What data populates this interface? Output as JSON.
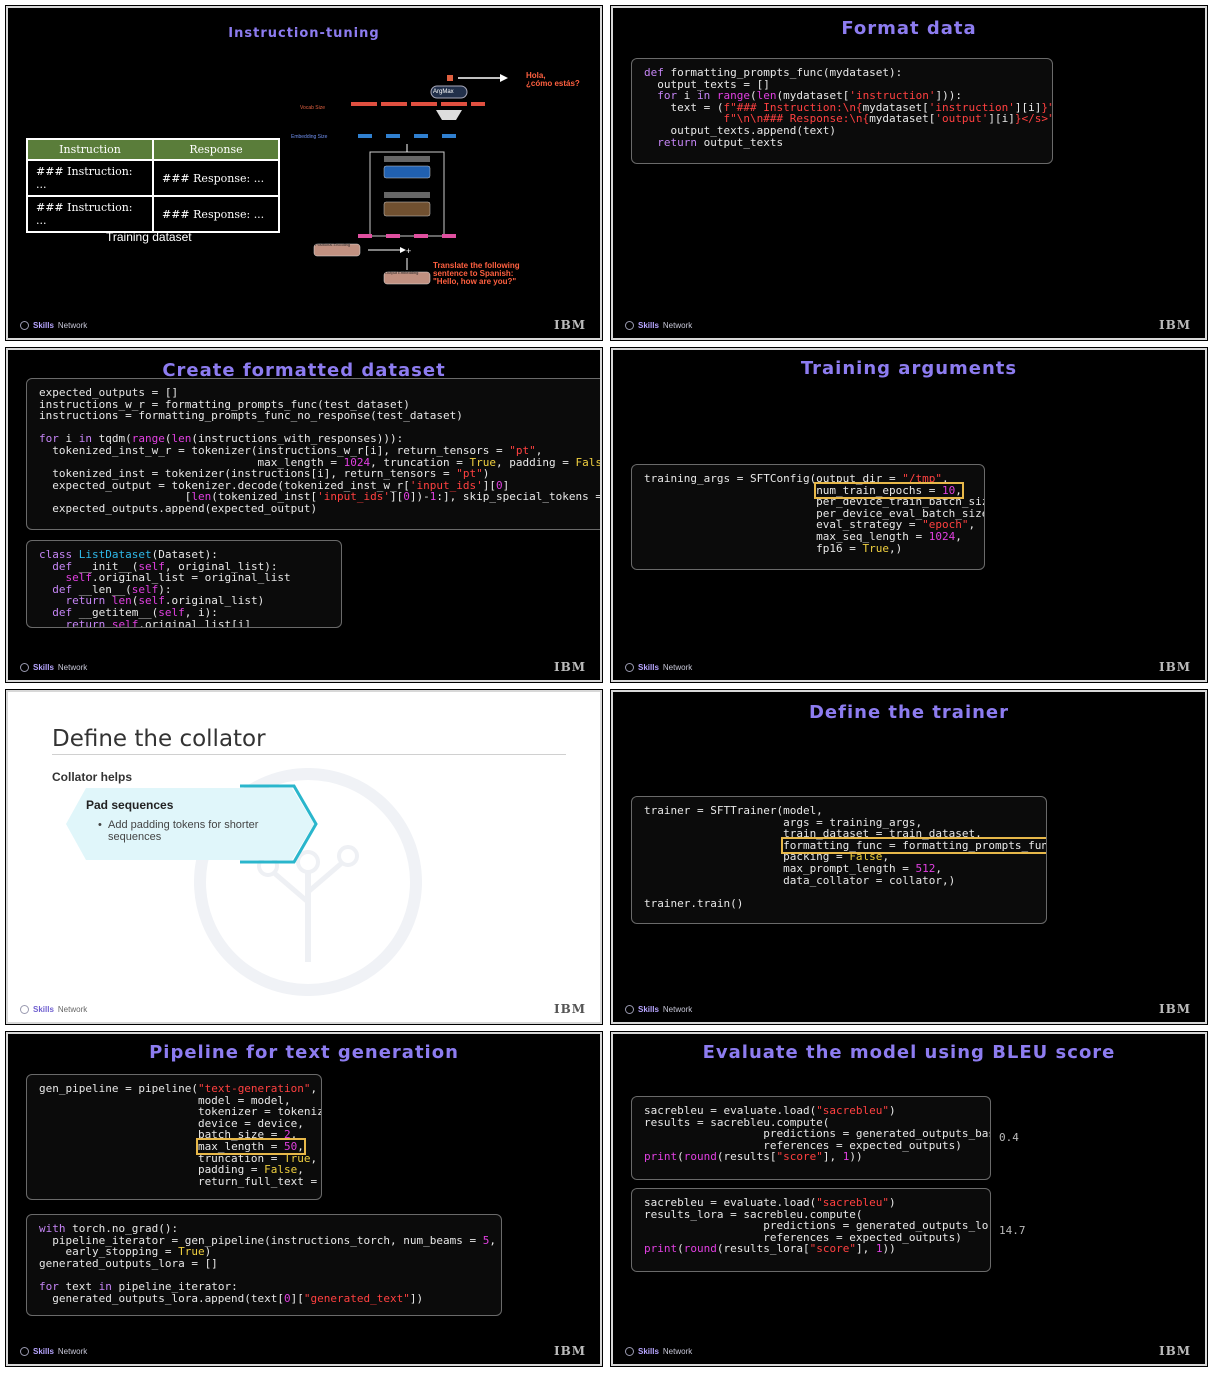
{
  "brand": {
    "skills": "Skills",
    "network": "Network",
    "ibm": "IBM"
  },
  "slide1": {
    "title": "Instruction-tuning",
    "table_headers": [
      "Instruction",
      "Response"
    ],
    "table_rows": [
      [
        "### Instruction: ...",
        "### Response: ..."
      ],
      [
        "### Instruction: ...",
        "### Response: ..."
      ]
    ],
    "dataset_caption": "Training dataset",
    "argmax": "ArgMax",
    "vocab_size": "Vocab Size",
    "embedding_size": "Embedding Size",
    "positional_encoding": "Positional Encoding",
    "output_embedding": "Output Embedding",
    "output_text": "Hola,\n¿cómo estás?",
    "input_text": "Translate the following\nsentence to Spanish:\n\"Hello, how are you?\""
  },
  "slide2": {
    "title": "Format data"
  },
  "slide3": {
    "title": "Create formatted dataset"
  },
  "slide4": {
    "title": "Training arguments"
  },
  "slide5": {
    "title": "Define the collator",
    "subtitle": "Collator helps",
    "card_title": "Pad sequences",
    "card_bullet": "Add padding tokens for shorter sequences"
  },
  "slide6": {
    "title": "Define the trainer"
  },
  "slide7": {
    "title": "Pipeline for text generation"
  },
  "slide8": {
    "title": "Evaluate the model using BLEU score",
    "base_score": "0.4",
    "lora_score": "14.7"
  }
}
